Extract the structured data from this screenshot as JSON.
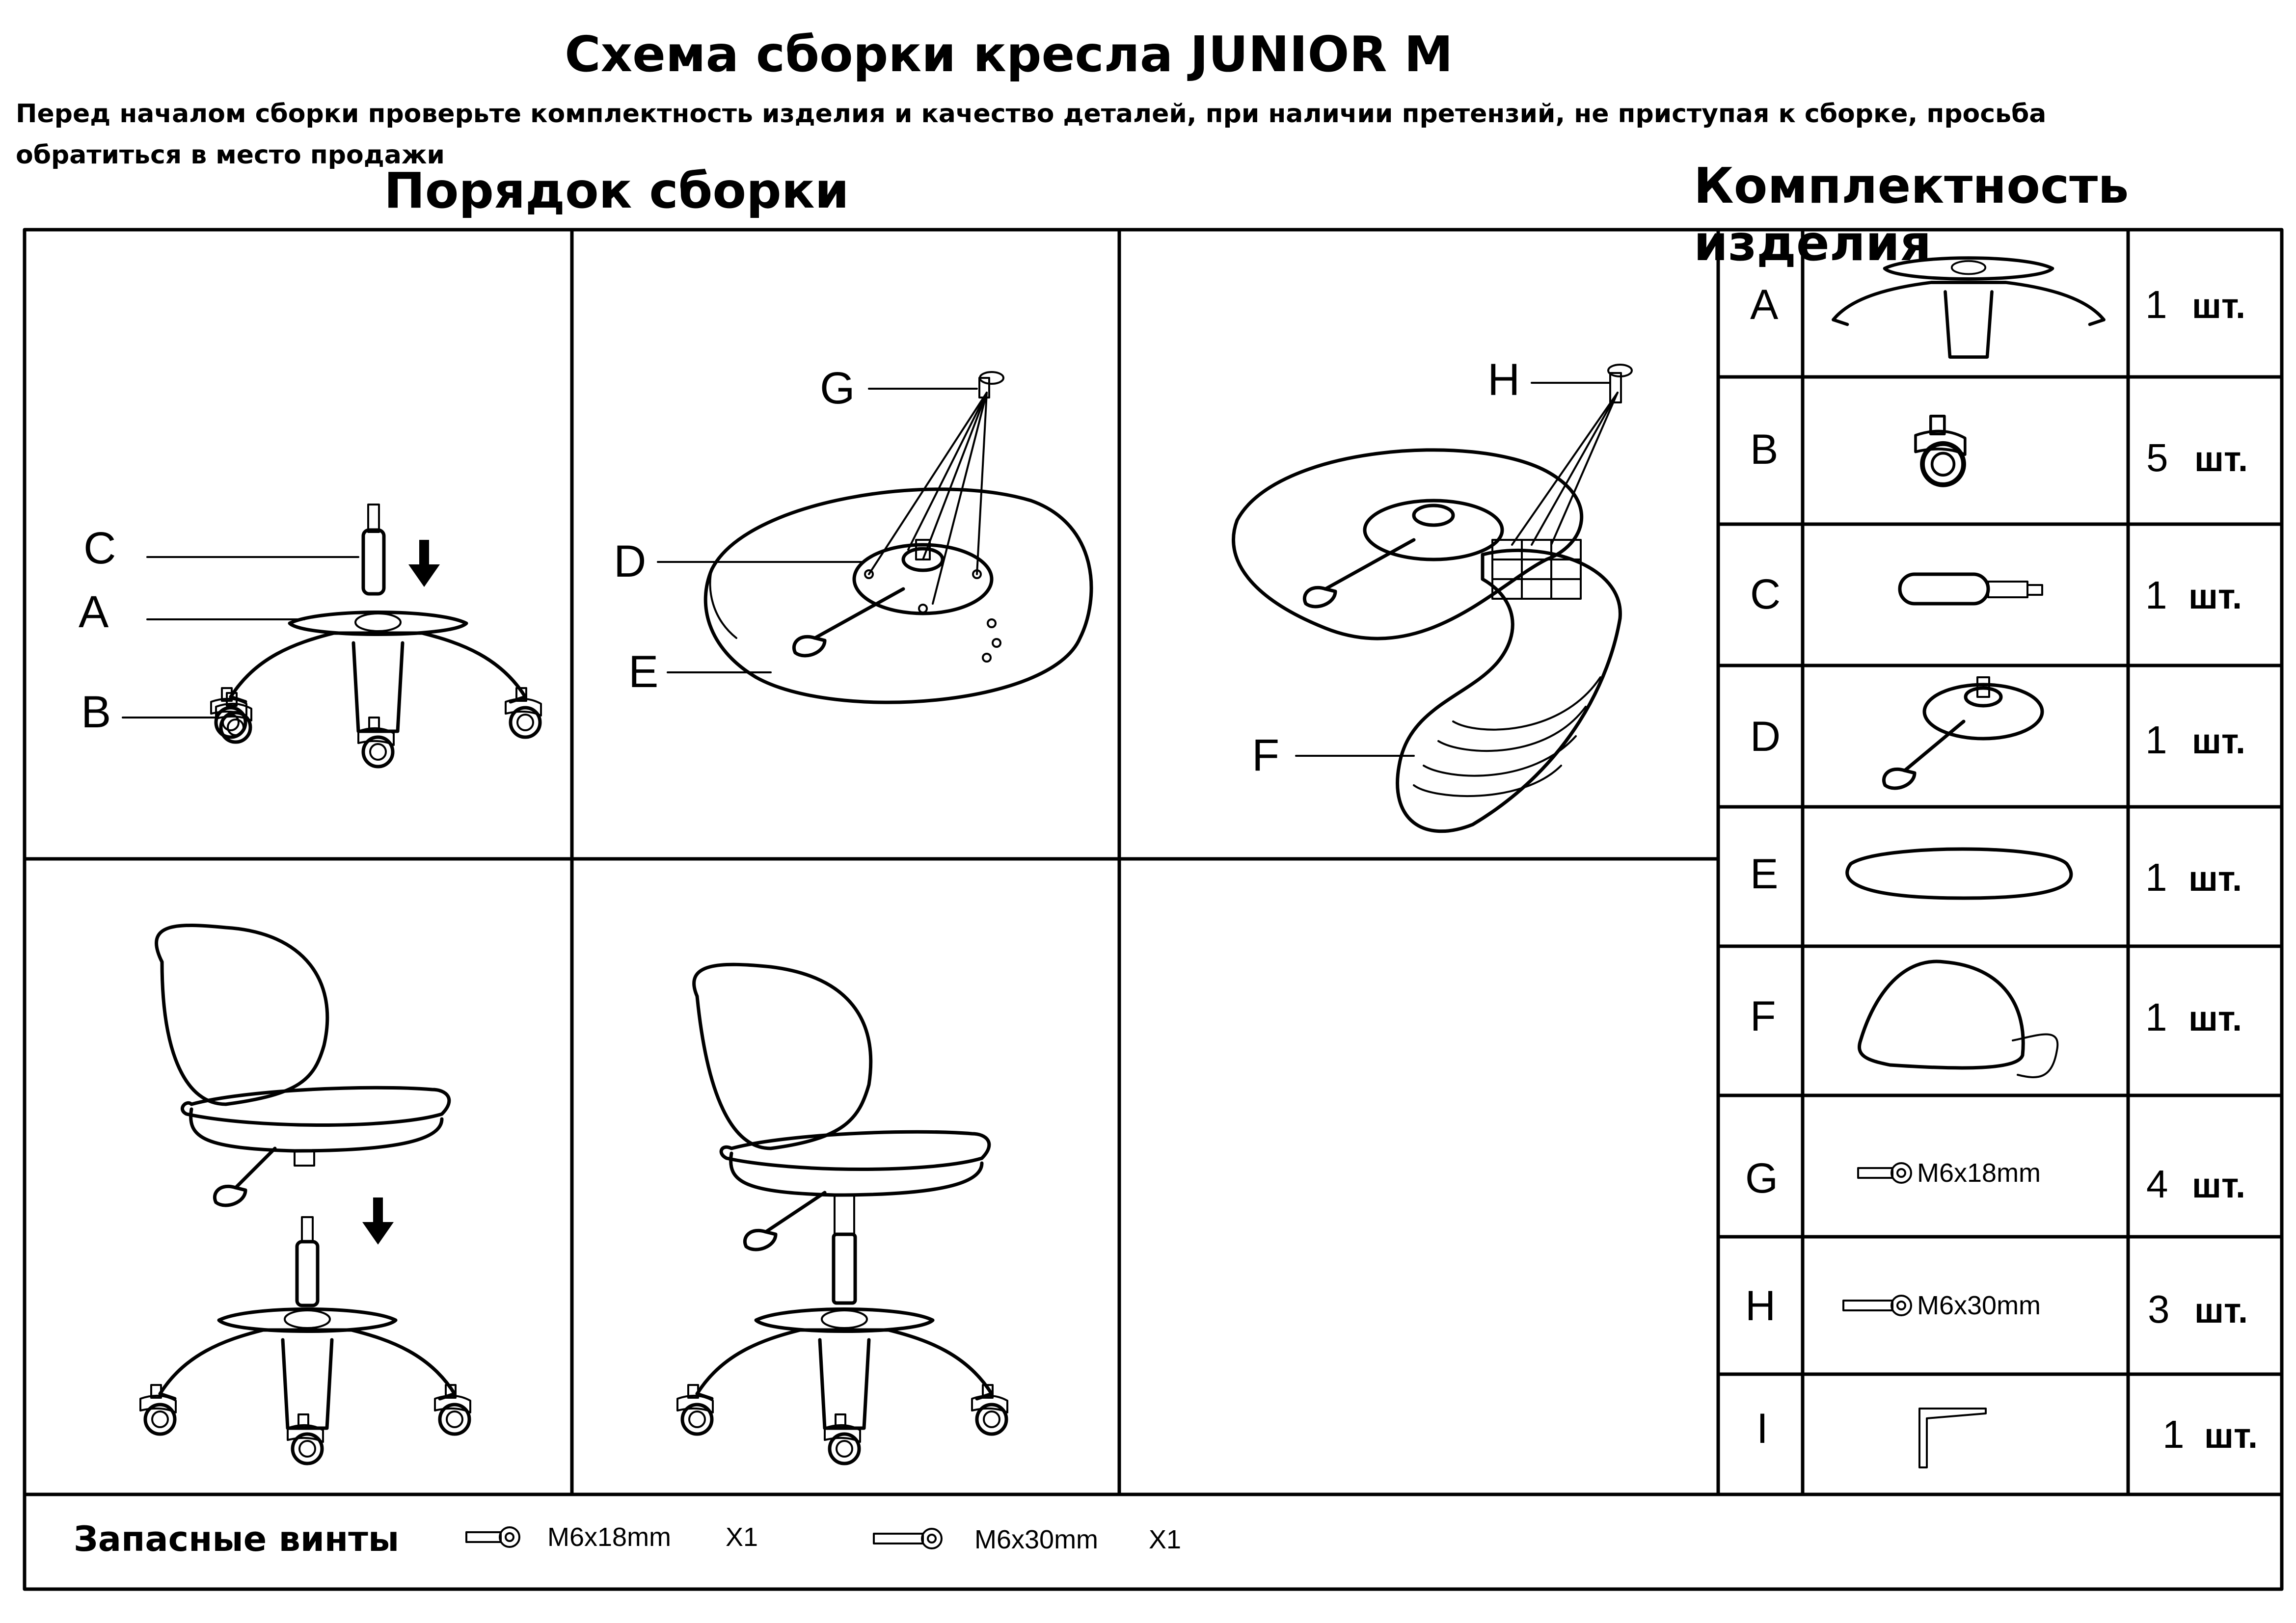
{
  "header": {
    "title": "Схема сборки кресла JUNIOR M",
    "notice": "Перед началом сборки проверьте комплектность изделия и качество деталей, при наличии претензий, не приступая к сборке, просьба обратиться в место продажи"
  },
  "assembly": {
    "heading": "Порядок сборки",
    "steps": [
      {
        "labels": [
          "C",
          "A",
          "B"
        ]
      },
      {
        "labels": [
          "G",
          "D",
          "E"
        ]
      },
      {
        "labels": [
          "H",
          "F"
        ]
      },
      {
        "labels": []
      },
      {
        "labels": []
      },
      {
        "labels": []
      }
    ]
  },
  "kit": {
    "heading": "Комплектность изделия",
    "items": [
      {
        "letter": "A",
        "qty": "1",
        "unit": "шт.",
        "spec": ""
      },
      {
        "letter": "B",
        "qty": "5",
        "unit": "шт.",
        "spec": ""
      },
      {
        "letter": "C",
        "qty": "1",
        "unit": "шт.",
        "spec": ""
      },
      {
        "letter": "D",
        "qty": "1",
        "unit": "шт.",
        "spec": ""
      },
      {
        "letter": "E",
        "qty": "1",
        "unit": "шт.",
        "spec": ""
      },
      {
        "letter": "F",
        "qty": "1",
        "unit": "шт.",
        "spec": ""
      },
      {
        "letter": "G",
        "qty": "4",
        "unit": "шт.",
        "spec": "M6x18mm"
      },
      {
        "letter": "H",
        "qty": "3",
        "unit": "шт.",
        "spec": "M6x30mm"
      },
      {
        "letter": "I",
        "qty": "1",
        "unit": "шт.",
        "spec": ""
      }
    ]
  },
  "spare": {
    "title": "Запасные винты",
    "screws": [
      {
        "spec": "M6x18mm",
        "count": "X1"
      },
      {
        "spec": "M6x30mm",
        "count": "X1"
      }
    ]
  },
  "icons": [
    "chair-base-icon",
    "caster-icon",
    "gas-lift-icon",
    "mechanism-icon",
    "seat-icon",
    "backrest-icon",
    "screw-icon",
    "hex-key-icon",
    "arrow-down-icon",
    "assembled-chair-icon"
  ]
}
